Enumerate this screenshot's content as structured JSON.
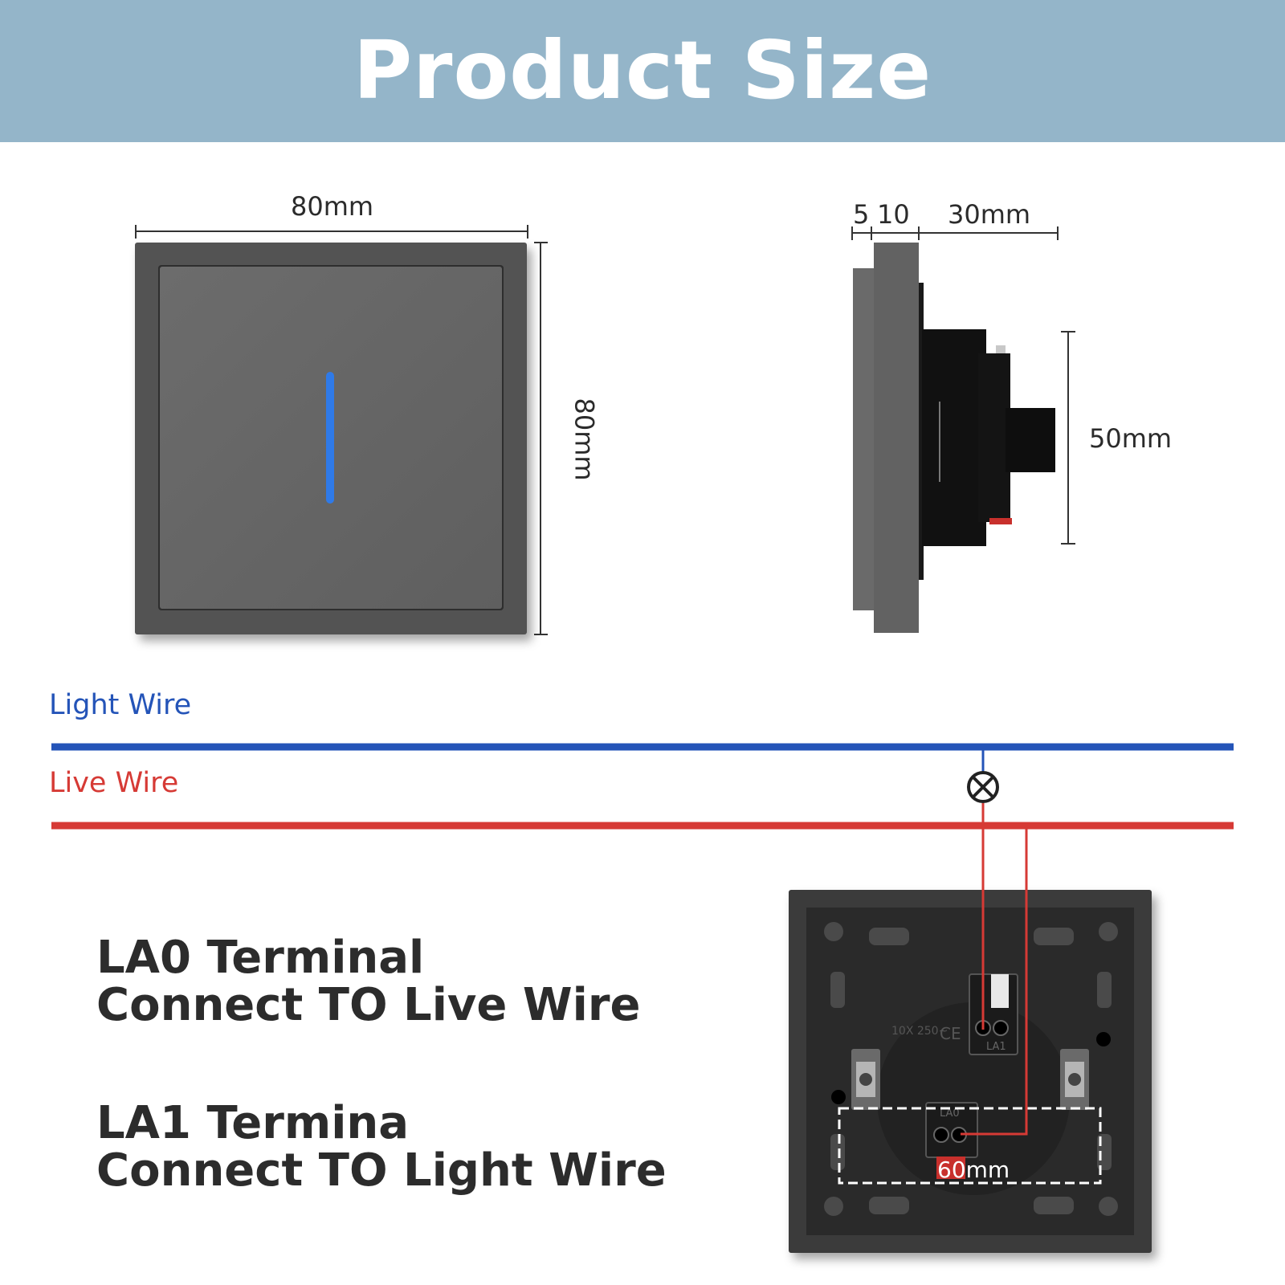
{
  "header": {
    "title": "Product Size"
  },
  "front_view": {
    "width_label": "80mm",
    "height_label": "80mm",
    "indicator_color": "#2f7ae8"
  },
  "side_view": {
    "dim_a_label": "5",
    "dim_b_label": "10",
    "depth_label": "30mm",
    "height_label": "50mm"
  },
  "wiring": {
    "light_wire_label": "Light Wire",
    "light_wire_color": "#2454b8",
    "live_wire_label": "Live Wire",
    "live_wire_color": "#d63a35",
    "lamp_icon": "lamp-cross-icon"
  },
  "terminals": {
    "la0_title": "LA0 Terminal",
    "la0_desc": "Connect TO Live Wire",
    "la1_title": "LA1 Termina",
    "la1_desc": "Connect TO Light Wire"
  },
  "back_view": {
    "rating_text": "10X 250~",
    "ce_mark": "CE",
    "la1_text": "LA1",
    "la0_text": "LA0",
    "box_label": "60mm"
  }
}
